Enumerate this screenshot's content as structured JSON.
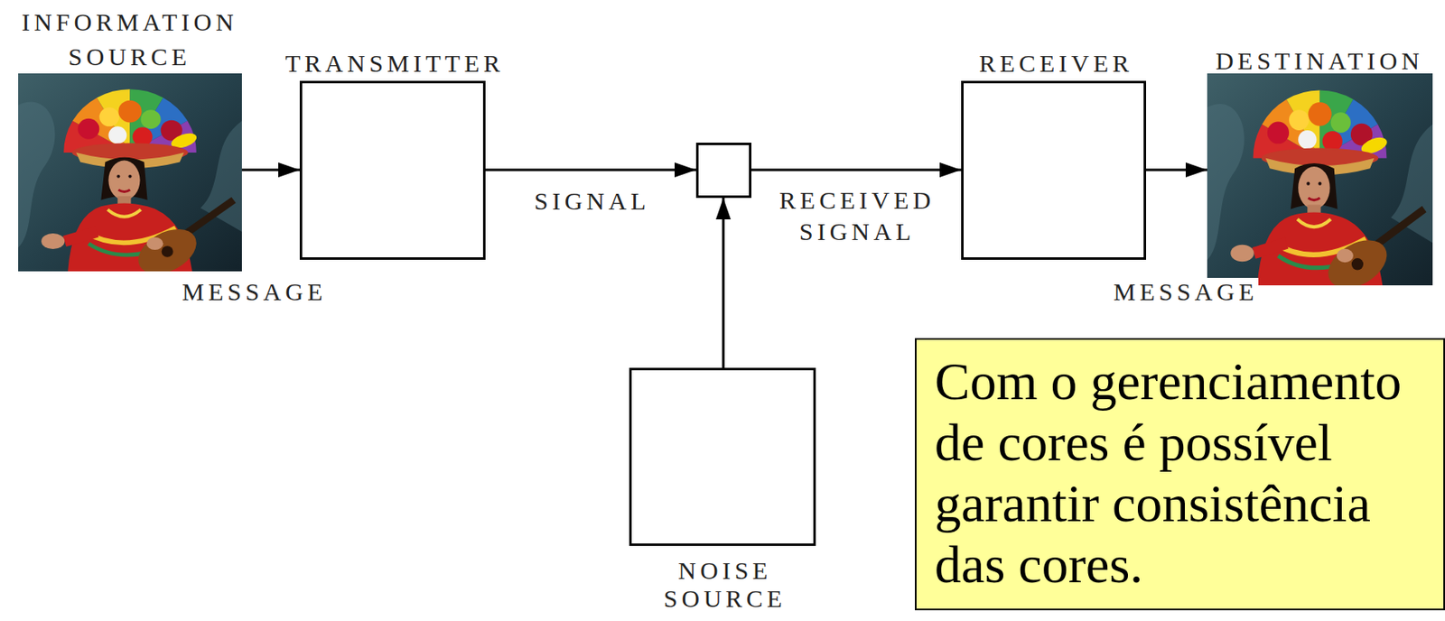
{
  "diagram": {
    "nodes": [
      {
        "text": [
          "INFORMATION SOURCE"
        ]
      },
      {
        "text": [
          "TRANSMITTER"
        ]
      },
      {
        "text": []
      },
      {
        "text": [
          "RECEIVER"
        ]
      },
      {
        "text": [
          "DESTINATION"
        ]
      },
      {
        "text": [
          "NOISE SOURCE"
        ]
      },
      {
        "text": [
          "Com o gerenciamento de cores é possível garantir consistência das cores."
        ]
      }
    ],
    "edges": [
      {
        "from": 0,
        "to": 1,
        "arrow": "to",
        "label": "MESSAGE"
      },
      {
        "from": 1,
        "to": 2,
        "arrow": "to",
        "label": "SIGNAL"
      },
      {
        "from": 2,
        "to": 3,
        "arrow": "to",
        "label": "RECEIVED SIGNAL"
      },
      {
        "from": 3,
        "to": 4,
        "arrow": "to",
        "label": "MESSAGE"
      },
      {
        "from": 5,
        "to": 2,
        "arrow": "to"
      }
    ]
  }
}
